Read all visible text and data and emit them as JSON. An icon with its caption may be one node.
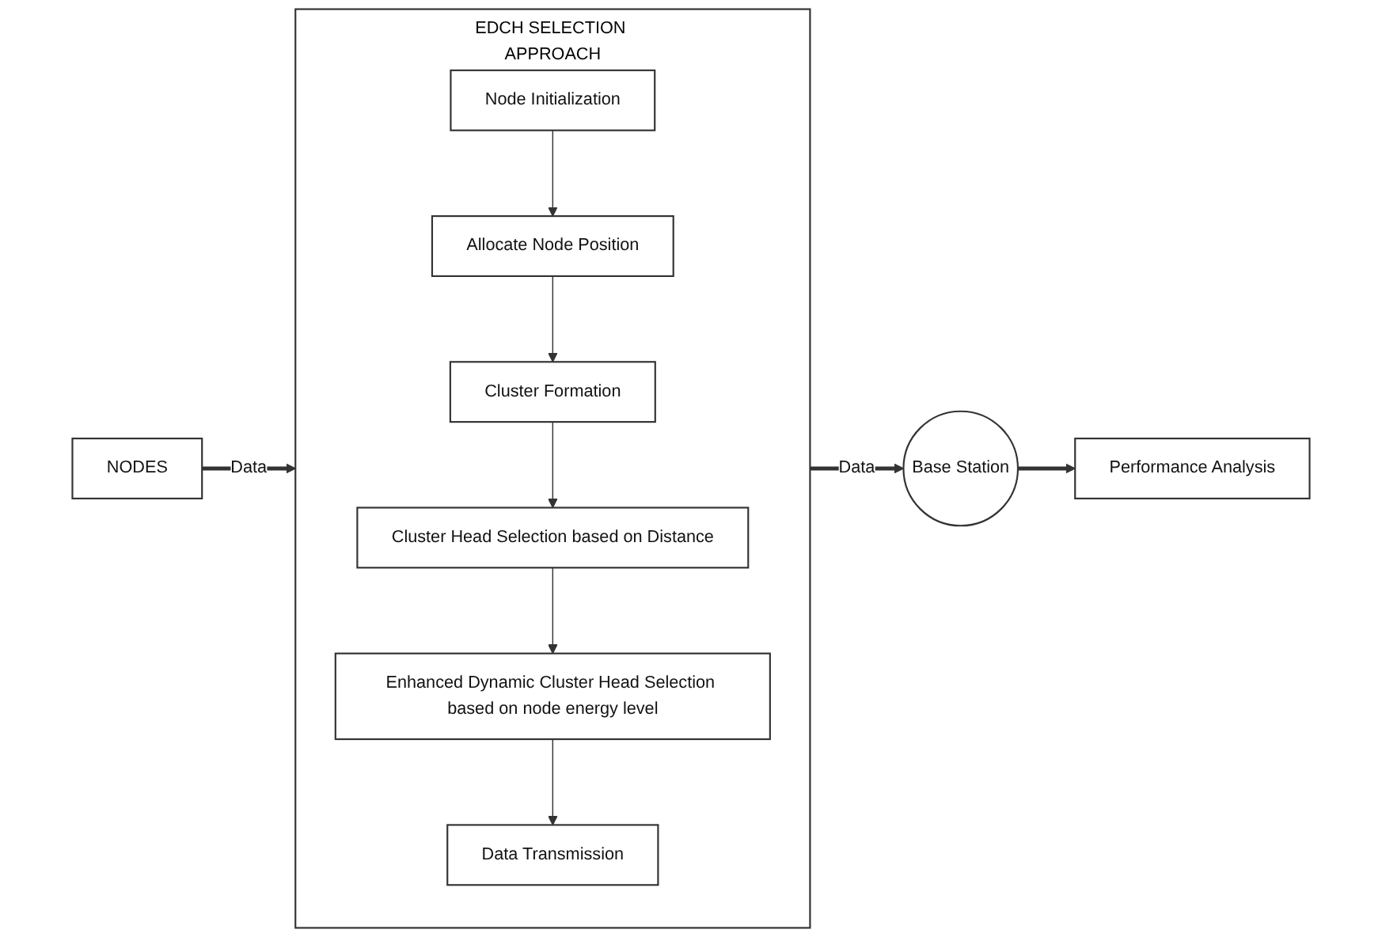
{
  "diagram": {
    "nodes": [
      {
        "text": [
          "NODES"
        ]
      },
      {
        "text": [
          "EDCH SELECTION APPROACH"
        ]
      },
      {
        "text": [
          "Node Initialization"
        ],
        "in": 1
      },
      {
        "text": [
          "Allocate Node Position"
        ],
        "in": 1
      },
      {
        "text": [
          "Cluster Formation"
        ],
        "in": 1
      },
      {
        "text": [
          "Cluster Head Selection based on Distance"
        ],
        "in": 1
      },
      {
        "text": [
          "Enhanced Dynamic Cluster Head Selection based on node energy level"
        ],
        "in": 1
      },
      {
        "text": [
          "Data Transmission"
        ],
        "in": 1
      },
      {
        "text": [
          "Base Station"
        ]
      },
      {
        "text": [
          "Performance Analysis"
        ]
      }
    ],
    "edges": [
      {
        "from": 0,
        "to": 1,
        "arrow": "to",
        "label": "Data",
        "style": "thick"
      },
      {
        "from": 2,
        "to": 3,
        "arrow": "to"
      },
      {
        "from": 3,
        "to": 4,
        "arrow": "to"
      },
      {
        "from": 4,
        "to": 5,
        "arrow": "to"
      },
      {
        "from": 5,
        "to": 6,
        "arrow": "to"
      },
      {
        "from": 6,
        "to": 7,
        "arrow": "to"
      },
      {
        "from": 1,
        "to": 8,
        "arrow": "to",
        "label": "Data",
        "style": "thick"
      },
      {
        "from": 8,
        "to": 9,
        "arrow": "to",
        "style": "thick"
      }
    ]
  }
}
